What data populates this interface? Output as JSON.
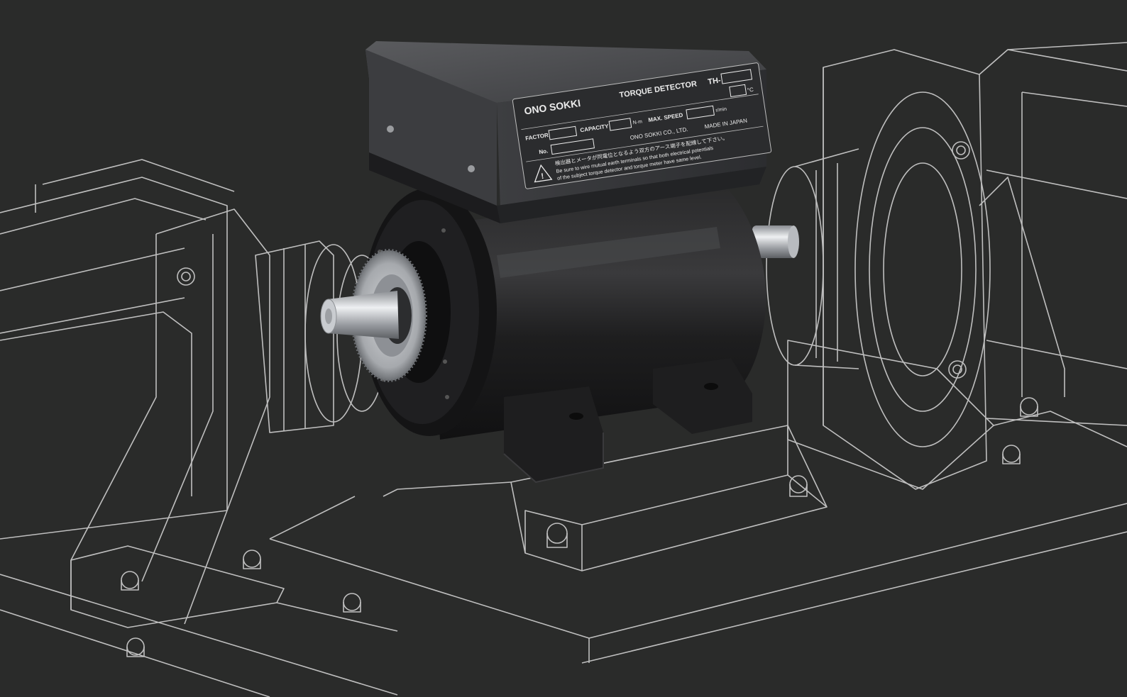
{
  "colors": {
    "background": "#2a2b2a",
    "outline": "#d9d9d9",
    "body": "#1b1b1b",
    "housing": "#4a4b4d",
    "label_plate": "#2b2c2e",
    "label_text": "#ececec",
    "steel": "#c9ccd0"
  },
  "nameplate": {
    "brand": "ONO SOKKI",
    "title": "TORQUE DETECTOR",
    "model_prefix": "TH-",
    "degree_unit": "°C",
    "factor_label": "FACTOR",
    "capacity_label": "CAPACITY",
    "capacity_unit": "N·m",
    "speed_label": "MAX. SPEED",
    "speed_unit": "r/min",
    "company": "ONO SOKKI CO., LTD.",
    "origin": "MADE IN JAPAN",
    "serial_label": "No.",
    "warning_jp": "検出器とメータが同電位となるよう双方のアース端子を配線して下さい。",
    "warning_en_line1": "Be sure to wire mutual earth terminals so that both electrical potentials",
    "warning_en_line2": "of the subject torque detector and torque meter have same level."
  }
}
